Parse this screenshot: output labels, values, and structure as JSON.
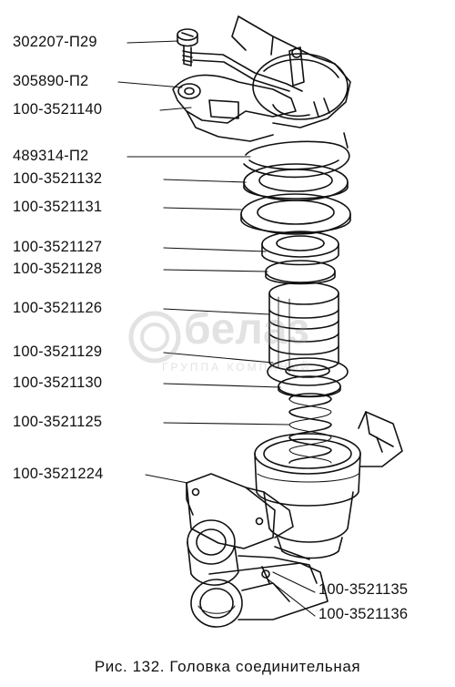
{
  "labels": [
    {
      "id": "p302207",
      "text": "302207-П29"
    },
    {
      "id": "p305890",
      "text": "305890-П2"
    },
    {
      "id": "p3521140",
      "text": "100-3521140"
    },
    {
      "id": "p489314",
      "text": "489314-П2"
    },
    {
      "id": "p3521132",
      "text": "100-3521132"
    },
    {
      "id": "p3521131",
      "text": "100-3521131"
    },
    {
      "id": "p3521127",
      "text": "100-3521127"
    },
    {
      "id": "p3521128",
      "text": "100-3521128"
    },
    {
      "id": "p3521126",
      "text": "100-3521126"
    },
    {
      "id": "p3521129",
      "text": "100-3521129"
    },
    {
      "id": "p3521130",
      "text": "100-3521130"
    },
    {
      "id": "p3521125",
      "text": "100-3521125"
    },
    {
      "id": "p3521224",
      "text": "100-3521224"
    },
    {
      "id": "p3521135",
      "text": "100-3521135"
    },
    {
      "id": "p3521136",
      "text": "100-3521136"
    }
  ],
  "caption": "Рис. 132. Головка соединительная",
  "watermark": {
    "brand": "белаз",
    "tagline": "ГРУППА КОМПАНИЙ"
  },
  "colors": {
    "ink": "#111111",
    "paper": "#ffffff",
    "watermark": "#9a9a9a"
  }
}
